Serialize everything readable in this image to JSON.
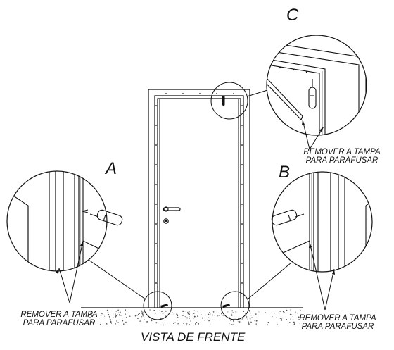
{
  "diagram": {
    "detail_a": "A",
    "detail_b": "B",
    "detail_c": "C",
    "note_line1": "REMOVER A TAMPA",
    "note_line2": "PARA PARAFUSAR",
    "view_title": "VISTA DE FRENTE"
  },
  "colors": {
    "stroke": "#111111",
    "background": "#ffffff",
    "floor_dots": "#555555"
  }
}
